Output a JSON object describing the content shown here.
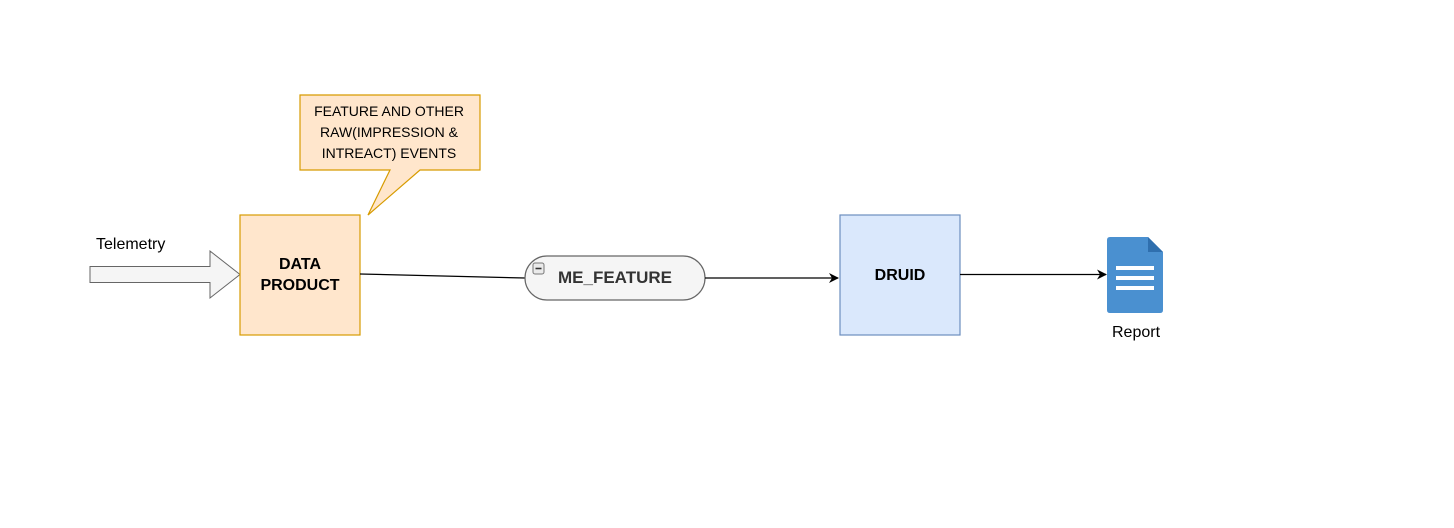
{
  "diagram": {
    "input_label": "Telemetry",
    "callout_lines": [
      "FEATURE AND OTHER",
      "RAW(IMPRESSION &",
      "INTREACT) EVENTS"
    ],
    "data_product_lines": [
      "DATA",
      "PRODUCT"
    ],
    "topic_label": "ME_FEATURE",
    "sink_label": "DRUID",
    "output_label": "Report"
  },
  "colors": {
    "data_product_fill": "#ffe6cc",
    "data_product_stroke": "#d79b00",
    "druid_fill": "#dae8fc",
    "druid_stroke": "#6c8ebf",
    "topic_fill": "#f5f5f5",
    "topic_stroke": "#666666",
    "report_icon": "#4a90d0",
    "connector": "#000000"
  }
}
